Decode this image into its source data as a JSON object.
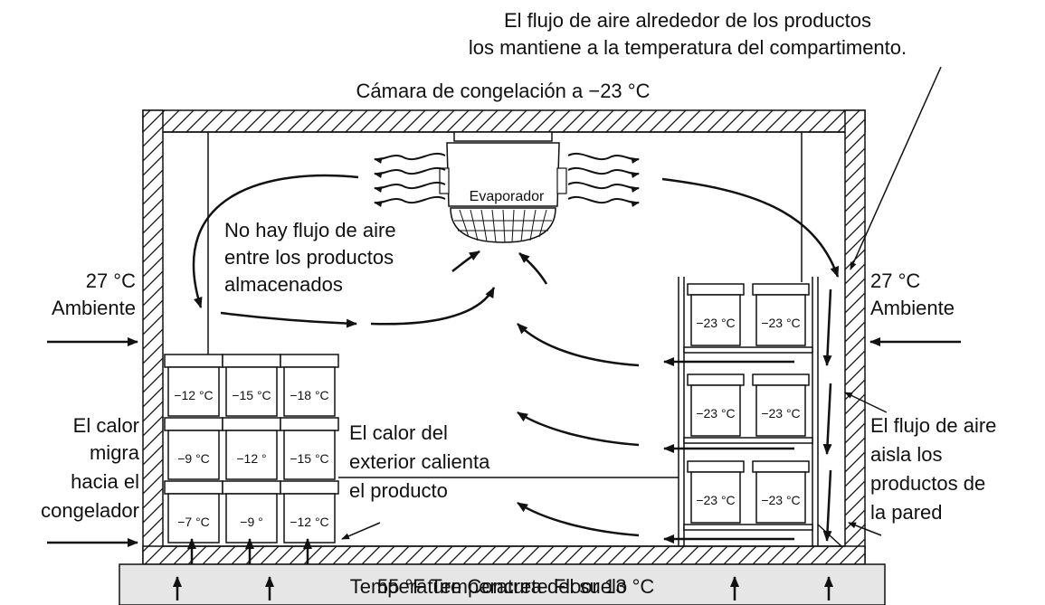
{
  "colors": {
    "line": "#111111",
    "background": "#ffffff",
    "slab": "#e6e6e6"
  },
  "labels": {
    "top_note": [
      "El flujo de aire alrededor de los productos",
      "los mantiene a la temperatura del compartimento."
    ],
    "chamber_title": "Cámara de congelación a −23 °C",
    "evaporator": "Evaporador",
    "no_airflow": [
      "No hay flujo de aire",
      "entre los productos",
      "almacenados"
    ],
    "ambient_left": [
      "27 °C",
      "Ambiente"
    ],
    "ambient_right": [
      "27 °C",
      "Ambiente"
    ],
    "heat_migrates": [
      "El calor",
      "migra",
      "hacia el",
      "congelador"
    ],
    "exterior_heat": [
      "El calor del",
      "exterior calienta",
      "el producto"
    ],
    "airflow_insulates": [
      "El flujo de aire",
      "aisla los",
      "productos de",
      "la pared"
    ],
    "floor_overlay_a": "55 °F Temperatura del suelo",
    "floor_overlay_b": "Temperature Concrete Floor 13 °C"
  },
  "left_stack": [
    [
      "−12 °C",
      "−15 °C",
      "−18 °C"
    ],
    [
      "−9 °C",
      "−12 °",
      "−15 °C"
    ],
    [
      "−7 °C",
      "−9 °",
      "−12 °C"
    ]
  ],
  "right_rack": [
    [
      "−23 °C",
      "−23 °C"
    ],
    [
      "−23 °C",
      "−23 °C"
    ],
    [
      "−23 °C",
      "−23 °C"
    ]
  ]
}
